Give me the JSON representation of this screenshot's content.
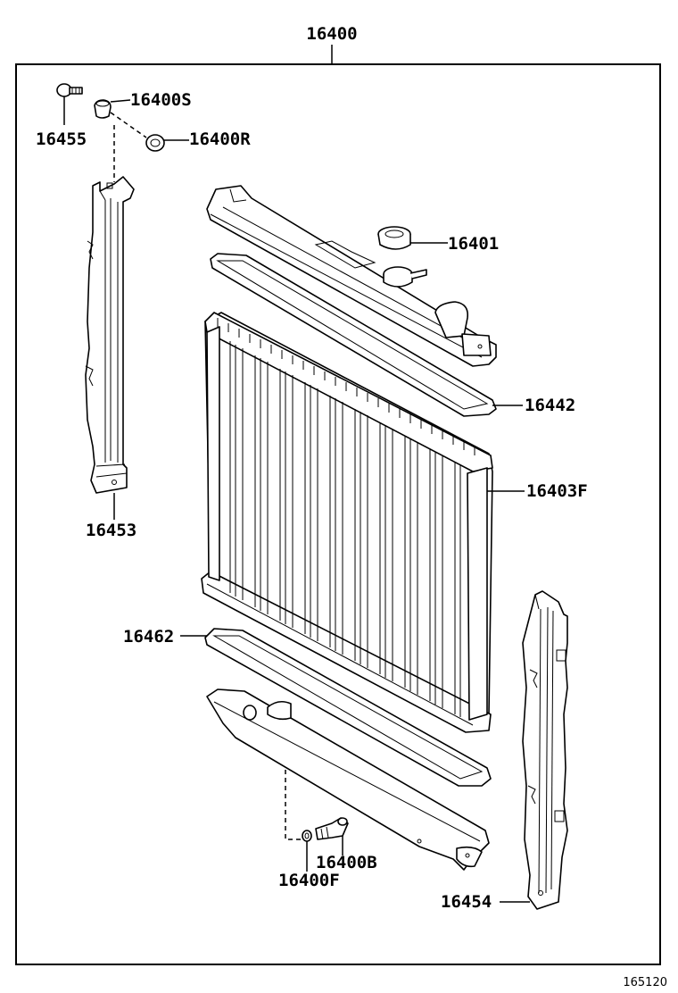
{
  "diagram": {
    "assembly_number": "16400",
    "figure_code": "165120",
    "callouts": {
      "p16455": "16455",
      "p16400S": "16400S",
      "p16400R": "16400R",
      "p16401": "16401",
      "p16442": "16442",
      "p16403F": "16403F",
      "p16453": "16453",
      "p16462": "16462",
      "p16400B": "16400B",
      "p16400F": "16400F",
      "p16454": "16454"
    }
  }
}
